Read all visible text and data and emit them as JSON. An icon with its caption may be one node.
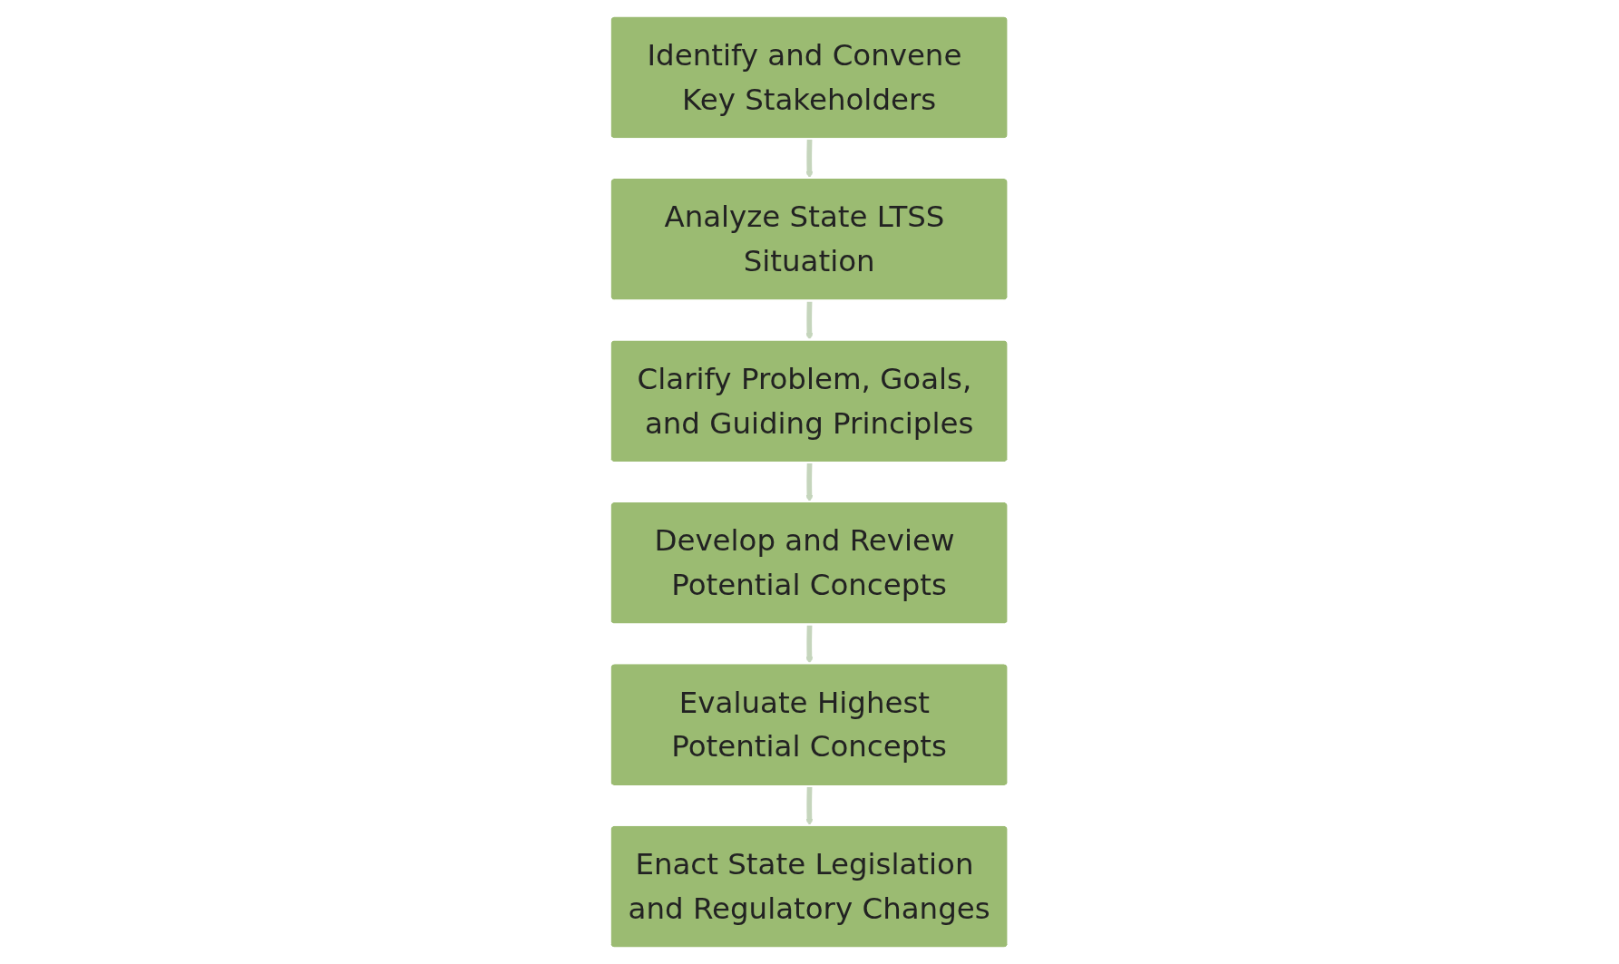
{
  "diagram": {
    "nodes": [
      {
        "text": [
          "Identify and Convene Key Stakeholders"
        ]
      },
      {
        "text": [
          "Analyze State LTSS Situation"
        ]
      },
      {
        "text": [
          "Clarify Problem, Goals, and Guiding Principles"
        ]
      },
      {
        "text": [
          "Develop and Review Potential Concepts"
        ]
      },
      {
        "text": [
          "Evaluate Highest Potential Concepts"
        ]
      },
      {
        "text": [
          "Enact State Legislation and Regulatory Changes"
        ]
      }
    ],
    "edges": [
      {
        "from": 0,
        "to": 1,
        "arrow": "to"
      },
      {
        "from": 1,
        "to": 2,
        "arrow": "to"
      },
      {
        "from": 2,
        "to": 3,
        "arrow": "to"
      },
      {
        "from": 3,
        "to": 4,
        "arrow": "to"
      },
      {
        "from": 4,
        "to": 5,
        "arrow": "to"
      }
    ]
  }
}
